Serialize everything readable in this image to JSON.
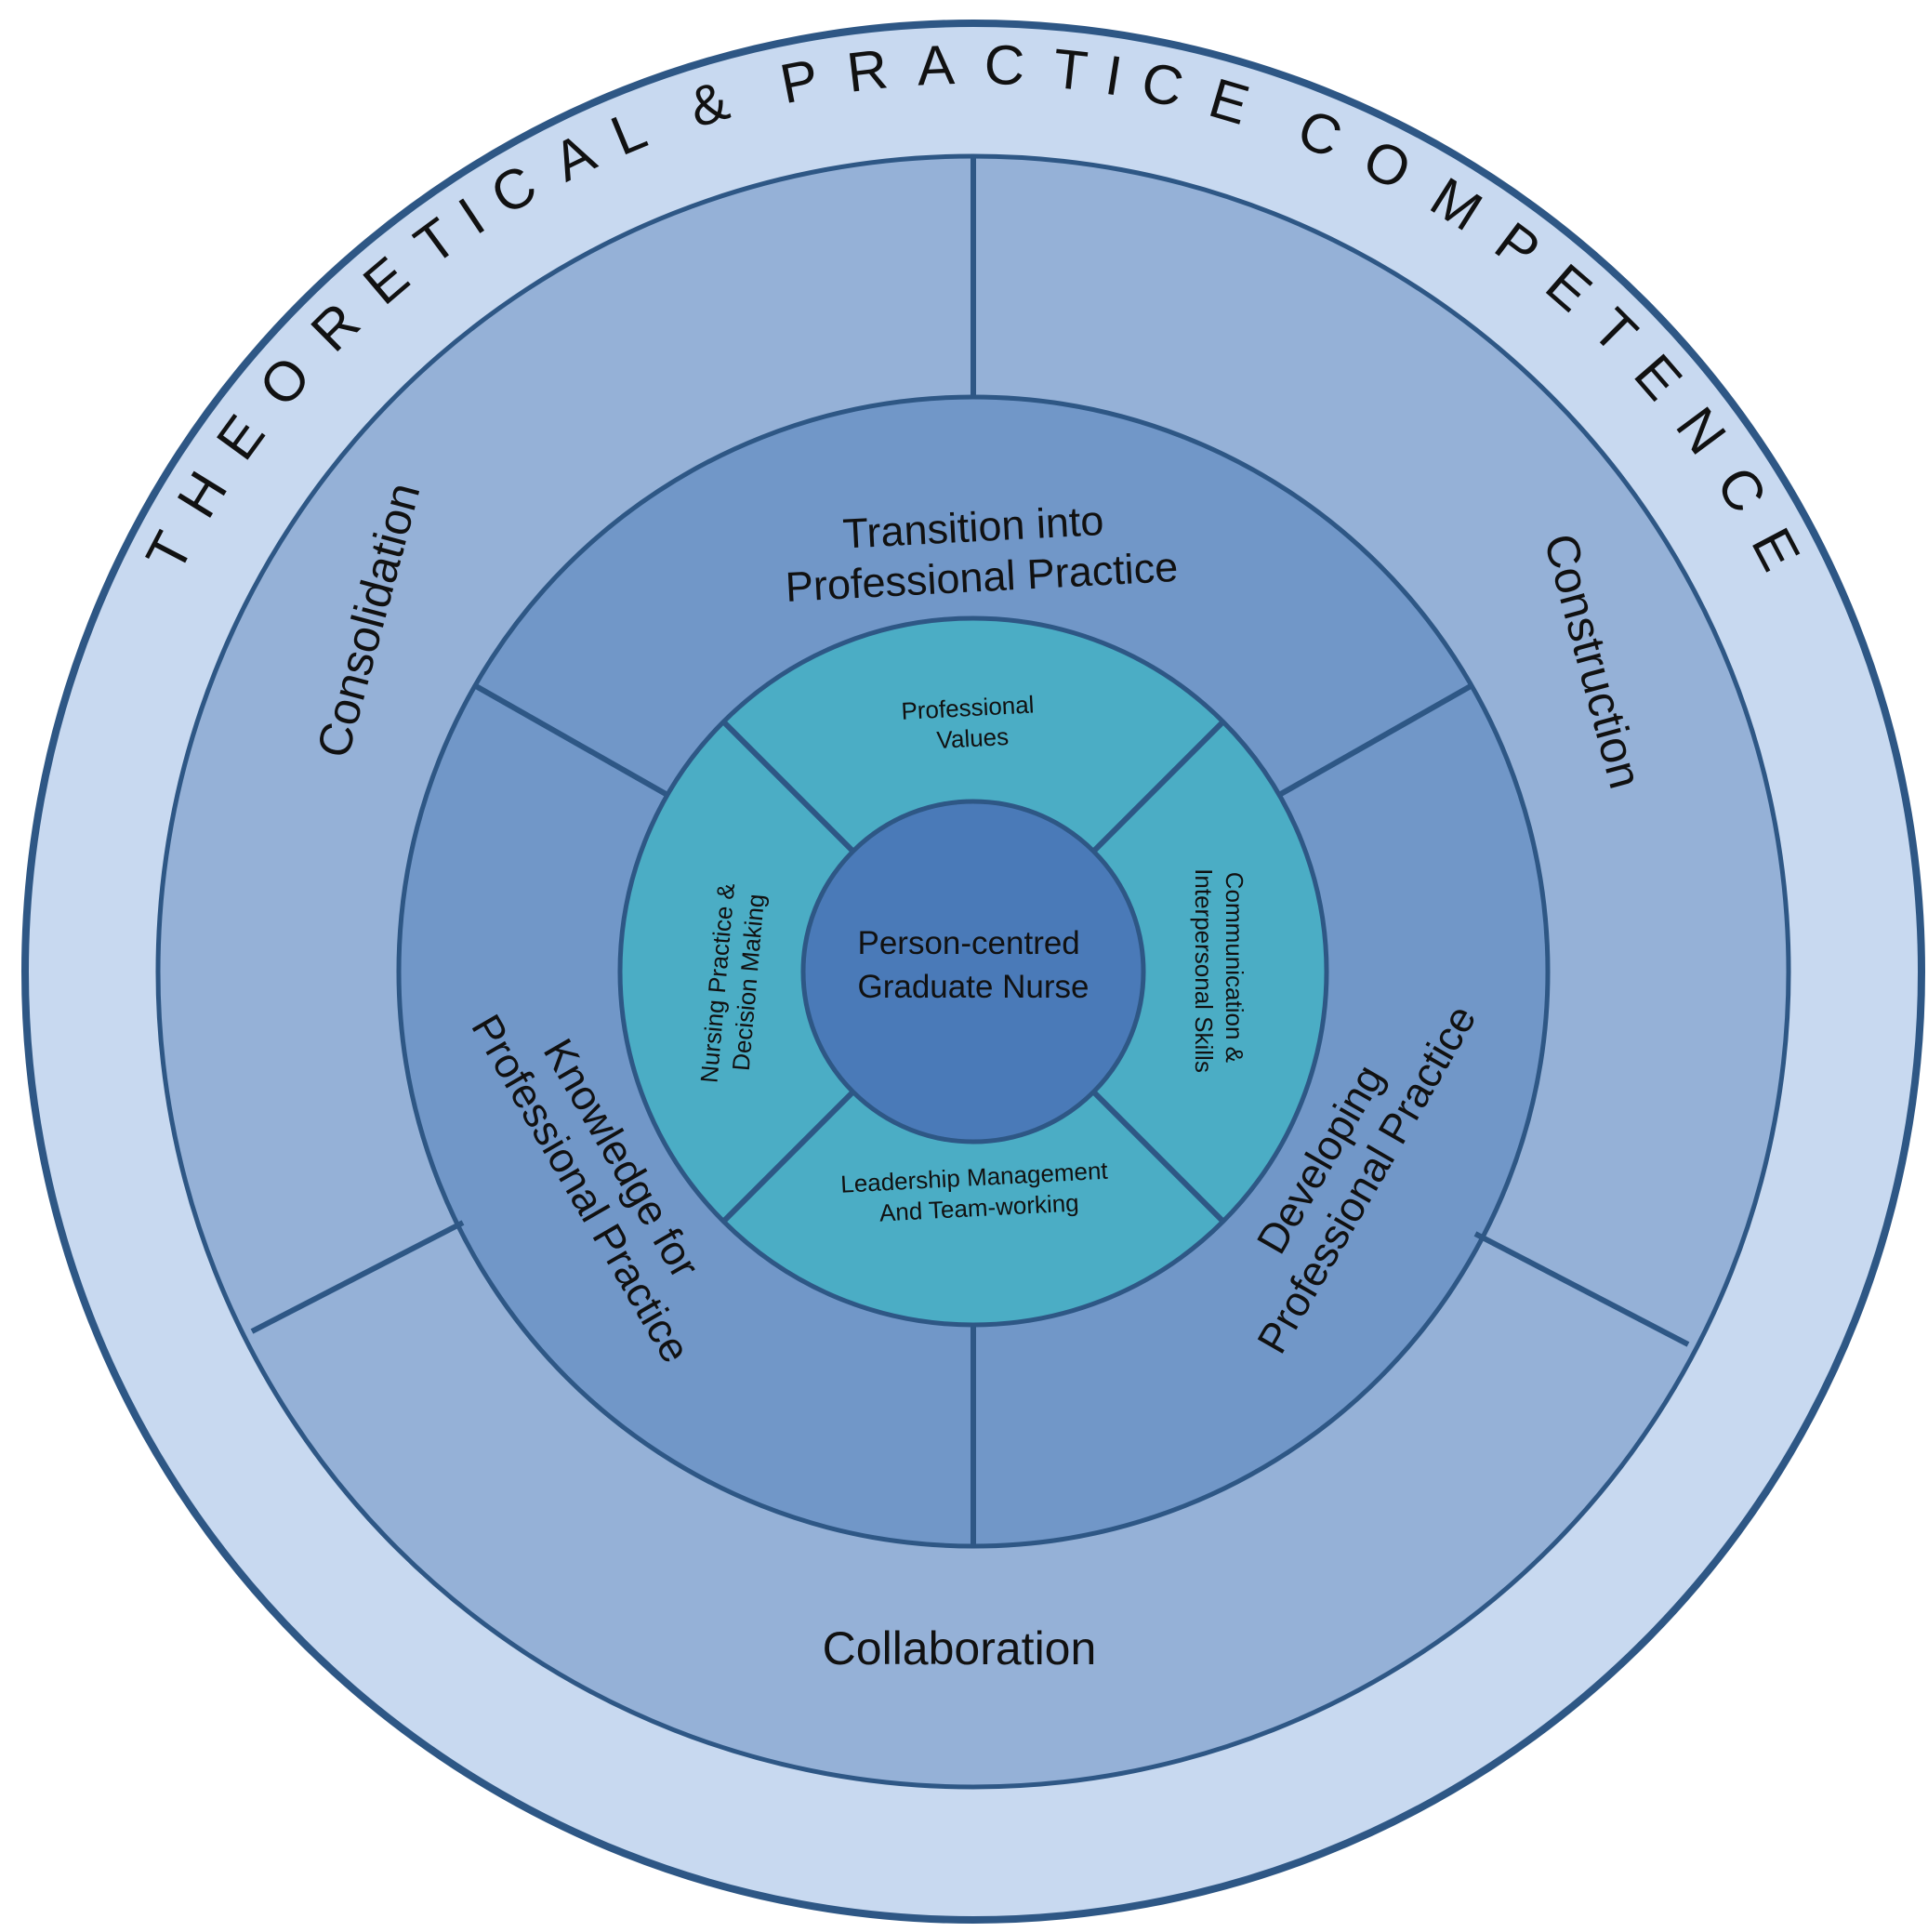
{
  "diagram": {
    "outer_ring": {
      "label": "THEORETICAL & PRACTICE COMPETENCE"
    },
    "stages": {
      "consolidation": "Consolidation",
      "construction": "Construction",
      "collaboration": "Collaboration"
    },
    "domains": {
      "transition": [
        "Transition into",
        "Professional Practice"
      ],
      "knowledge": [
        "Knowledge for",
        "Professional Practice"
      ],
      "developing": [
        "Developing",
        "Professional Practice"
      ]
    },
    "core_ring": {
      "professional_values": [
        "Professional",
        "Values"
      ],
      "communication": [
        "Communication &",
        "Interpersonal Skills"
      ],
      "leadership": [
        "Leadership Management",
        "And Team-working"
      ],
      "nursing_practice": [
        "Nursing Practice &",
        "Decision Making"
      ]
    },
    "center": [
      "Person-centred",
      "Graduate Nurse"
    ],
    "colors": {
      "outer_ring": "#c8d9f0",
      "stage_ring": "#95b1d7",
      "domain_ring": "#7197c8",
      "core_ring": "#4badc5",
      "center": "#4a7ab8",
      "stroke": "#2e5785"
    }
  }
}
